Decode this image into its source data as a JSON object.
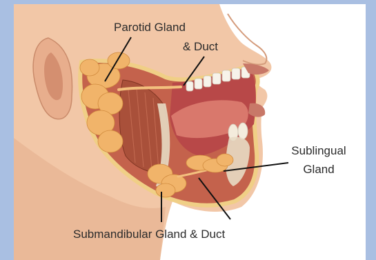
{
  "labels": {
    "parotid_line1": "Parotid Gland",
    "parotid_line2": "& Duct",
    "sublingual_line1": "Sublingual",
    "sublingual_line2": "Gland",
    "submandibular": "Submandibular Gland & Duct"
  },
  "colors": {
    "frame": "#a9bfe2",
    "skin": "#f2c7a7",
    "skin_shadow": "#e2a888",
    "gland": "#f1b46a",
    "muscle": "#b85a43",
    "mouth_interior": "#c95a5a",
    "tongue": "#d87a6e",
    "teeth": "#f7f3ea",
    "bone": "#e8dcc4",
    "leader_line": "#111111"
  }
}
